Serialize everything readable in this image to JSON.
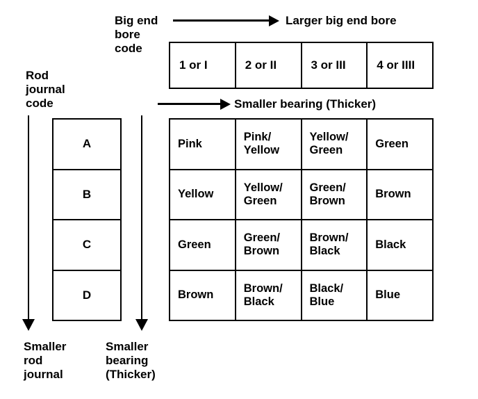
{
  "annotations": {
    "big_end_bore_code": "Big end\nbore\ncode",
    "larger_big_end_bore": "Larger big end bore",
    "smaller_bearing_thicker_top": "Smaller bearing (Thicker)",
    "rod_journal_code": "Rod\njournal\ncode",
    "smaller_rod_journal": "Smaller\nrod\njournal",
    "smaller_bearing_thicker_bottom": "Smaller\nbearing\n(Thicker)"
  },
  "bore_code_header": {
    "cells": [
      "1 or I",
      "2 or II",
      "3 or III",
      "4 or IIII"
    ]
  },
  "rod_journal_codes": [
    "A",
    "B",
    "C",
    "D"
  ],
  "bearing_grid": {
    "rows": [
      [
        "Pink",
        "Pink/\nYellow",
        "Yellow/\nGreen",
        "Green"
      ],
      [
        "Yellow",
        "Yellow/\nGreen",
        "Green/\nBrown",
        "Brown"
      ],
      [
        "Green",
        "Green/\nBrown",
        "Brown/\nBlack",
        "Black"
      ],
      [
        "Brown",
        "Brown/\nBlack",
        "Black/\nBlue",
        "Blue"
      ]
    ]
  },
  "colors": {
    "ink": "#000000",
    "paper": "#ffffff"
  }
}
